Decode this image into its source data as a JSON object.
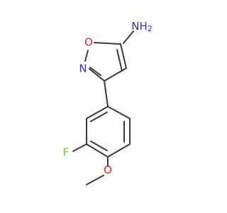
{
  "molecule": {
    "atoms": {
      "amine": {
        "text": "NH2",
        "color": "#2a34d0"
      },
      "oxygen_ring": {
        "text": "O",
        "color": "#e0241b"
      },
      "nitrogen_ring": {
        "text": "N",
        "color": "#2a34d0"
      },
      "fluorine": {
        "text": "F",
        "color": "#7fbf36"
      },
      "oxygen_methoxy": {
        "text": "O",
        "color": "#e0241b"
      }
    },
    "bond_color": "#3a3a3a"
  }
}
